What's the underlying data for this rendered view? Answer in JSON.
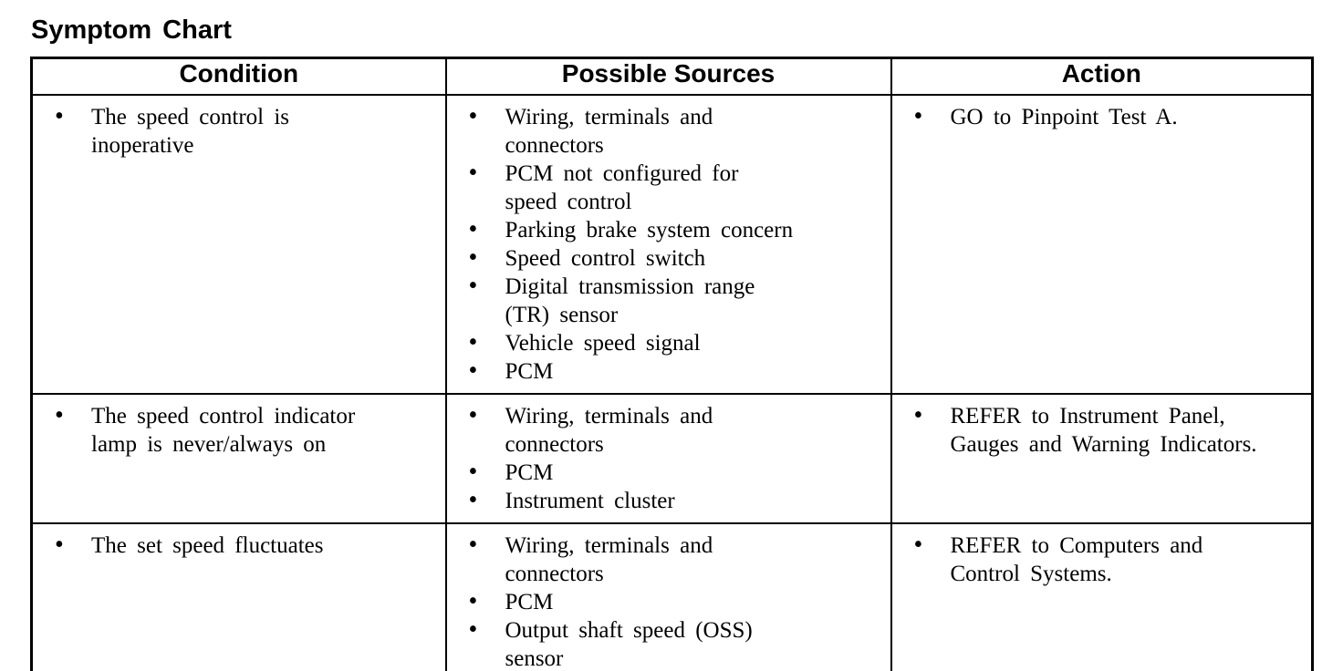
{
  "page": {
    "title": "Symptom Chart"
  },
  "table": {
    "headers": [
      "Condition",
      "Possible Sources",
      "Action"
    ],
    "rows": [
      {
        "condition": [
          "The speed control is\ninoperative"
        ],
        "possible_sources": [
          "Wiring, terminals and\nconnectors",
          "PCM not configured for\nspeed control",
          "Parking brake system concern",
          "Speed control switch",
          "Digital transmission range\n(TR) sensor",
          "Vehicle speed signal",
          "PCM"
        ],
        "action": [
          "GO to Pinpoint Test A."
        ]
      },
      {
        "condition": [
          "The speed control indicator\nlamp is never/always on"
        ],
        "possible_sources": [
          "Wiring, terminals and\nconnectors",
          "PCM",
          "Instrument cluster"
        ],
        "action": [
          "REFER to Instrument Panel,\nGauges and Warning Indicators."
        ]
      },
      {
        "condition": [
          "The set speed fluctuates"
        ],
        "possible_sources": [
          "Wiring, terminals and\nconnectors",
          "PCM",
          "Output shaft speed (OSS)\nsensor"
        ],
        "action": [
          "REFER to Computers and\nControl Systems."
        ]
      }
    ]
  },
  "colors": {
    "text": "#000000",
    "border": "#000000",
    "background": "#ffffff"
  }
}
